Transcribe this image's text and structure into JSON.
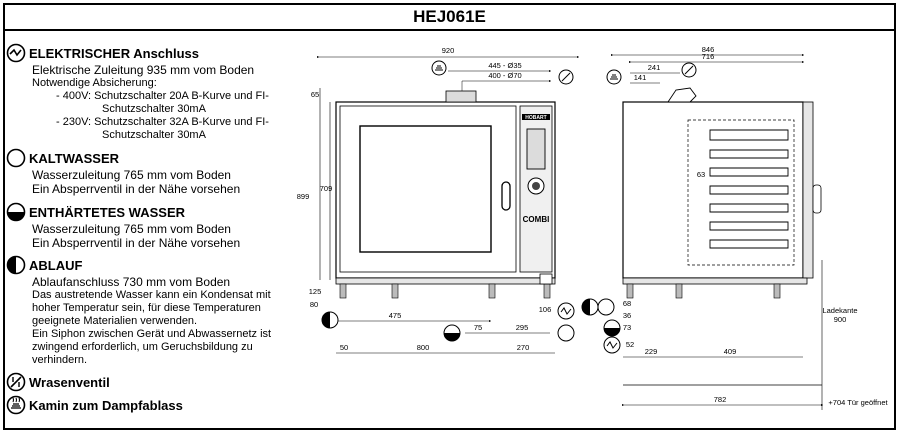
{
  "title": "HEJ061E",
  "legend": {
    "electric": {
      "title": "ELEKTRISCHER Anschluss",
      "lines": [
        "Elektrische Zuleitung 935 mm vom Boden",
        "Notwendige Absicherung:"
      ],
      "bullets": [
        [
          "- 400V: Schutzschalter 20A B-Kurve und FI-",
          "Schutzschalter 30mA"
        ],
        [
          "- 230V: Schutzschalter 32A B-Kurve und FI-",
          "Schutzschalter 30mA"
        ]
      ]
    },
    "cold_water": {
      "title": "KALTWASSER",
      "lines": [
        "Wasserzuleitung 765 mm vom Boden",
        "Ein Absperrventil in der Nähe vorsehen"
      ]
    },
    "soft_water": {
      "title": "ENTHÄRTETES WASSER",
      "lines": [
        "Wasserzuleitung 765 mm vom Boden",
        "Ein Absperrventil in der Nähe vorsehen"
      ]
    },
    "drain": {
      "title": "ABLAUF",
      "lines": [
        "Ablaufanschluss 730 mm vom Boden"
      ],
      "details": [
        "Das austretende Wasser kann ein Kondensat mit",
        "hoher Temperatur sein, für diese Temperaturen",
        "geeignete Materialien verwenden.",
        "Ein Siphon zwischen Gerät und Abwassernetz ist",
        "zwingend erforderlich, um Geruchsbildung zu",
        "verhindern."
      ]
    },
    "vent_valve": {
      "title": "Wrasenventil"
    },
    "chimney": {
      "title": "Kamin zum Dampfablass"
    }
  },
  "front_view": {
    "dims": {
      "width": "920",
      "top1": "445 - Ø35",
      "top2": "400 - Ø70",
      "top_offset": "65",
      "height_body": "709",
      "height_total": "899",
      "height_feet": "125",
      "feet_gap": "80",
      "bottom_475": "475",
      "bottom_75": "75",
      "bottom_295": "295",
      "bottom_106": "106",
      "bottom_50": "50",
      "bottom_800": "800",
      "bottom_270": "270"
    },
    "brand": "HOBART",
    "logo": "COMBI"
  },
  "side_view": {
    "dims": {
      "depth": "846",
      "d716": "716",
      "d241": "241",
      "d141": "141",
      "rack_pitch": "63",
      "d68": "68",
      "d36": "36",
      "d73": "73",
      "d52": "52",
      "d229": "229",
      "d409": "409",
      "d782": "782",
      "edge_label": "Ladekante",
      "edge_value": "900",
      "door_open": "+704 Tür geöffnet"
    }
  },
  "colors": {
    "line": "#000000",
    "panel": "#dcdcdc",
    "fill_dark": "#000000"
  }
}
